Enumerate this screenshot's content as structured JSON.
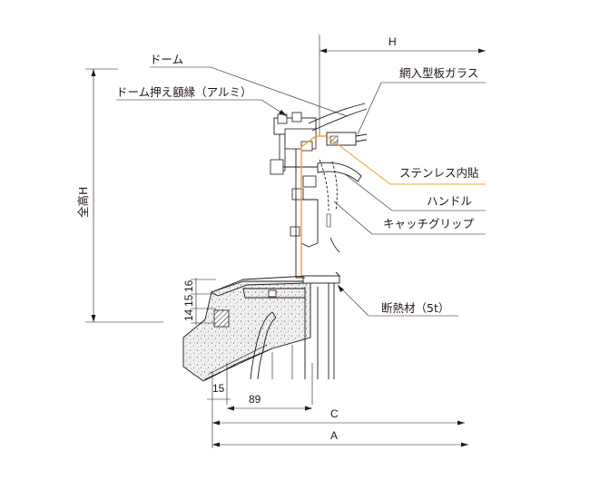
{
  "labels": {
    "dome": "ドーム",
    "dome_frame": "ドーム押え額縁（アルミ）",
    "wire_glass": "網入型板ガラス",
    "stainless": "ステンレス内貼",
    "handle": "ハンドル",
    "catch_grip": "キャッチグリップ",
    "insulation": "断熱材（5t）"
  },
  "dimensions": {
    "H_top": "H",
    "total_height": "全高H",
    "d16": "16",
    "d15": "15",
    "d14": "14",
    "w15": "15",
    "w89": "89",
    "C": "C",
    "A": "A"
  },
  "colors": {
    "line": "#231815",
    "stainless_leader": "#f0a030",
    "grey_fill": "#d9d9d9"
  }
}
